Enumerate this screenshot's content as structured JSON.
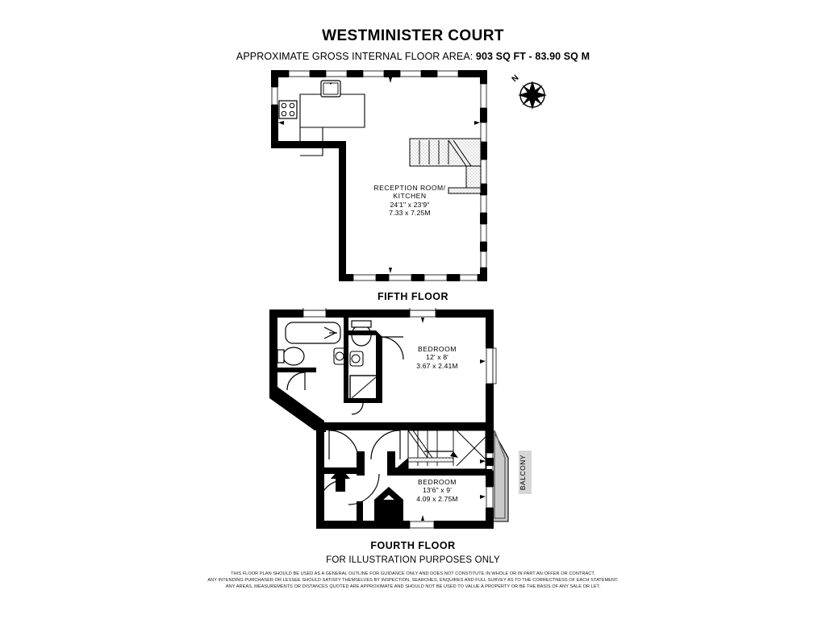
{
  "header": {
    "title": "WESTMINISTER COURT",
    "area_prefix": "APPROXIMATE GROSS INTERNAL FLOOR AREA:",
    "area_sqft": "903 SQ FT",
    "area_dash": "-",
    "area_sqm": "83.90 SQ M"
  },
  "compass": {
    "north_label": "N",
    "icon": "compass-rose-icon"
  },
  "floors": [
    {
      "id": "fifth",
      "label": "FIFTH FLOOR",
      "rooms": [
        {
          "name": "RECEPTION ROOM/",
          "name2": "KITCHEN",
          "dim_imperial": "24'1\" x 23'9\"",
          "dim_metric": "7.33 x 7.25M"
        }
      ],
      "fixtures": [
        "sink-icon",
        "hob-icon",
        "staircase-icon",
        "window-icon",
        "door-icon"
      ]
    },
    {
      "id": "fourth",
      "label": "FOURTH FLOOR",
      "rooms": [
        {
          "name": "BEDROOM",
          "name2": "",
          "dim_imperial": "12' x 8'",
          "dim_metric": "3.67 x 2.41M"
        },
        {
          "name": "BEDROOM",
          "name2": "",
          "dim_imperial": "13'6\" x 9'",
          "dim_metric": "4.09 x 2.75M"
        }
      ],
      "balcony_label": "BALCONY",
      "fixtures": [
        "bathtub-icon",
        "toilet-icon",
        "washbasin-icon",
        "shower-icon",
        "staircase-icon",
        "entrance-arrow-icon",
        "door-icon",
        "window-icon"
      ]
    }
  ],
  "footer": {
    "illustration_note": "FOR ILLUSTRATION PURPOSES ONLY",
    "disclaimer_lines": [
      "THIS FLOOR PLAN SHOULD BE USED AS A GENERAL OUTLINE FOR GUIDANCE ONLY AND DOES NOT CONSTITUTE IN WHOLE OR IN PART AN OFFER OR CONTRACT.",
      "ANY INTENDING PURCHASER OR LESSEE SHOULD SATISFY THEMSELVES BY INSPECTION, SEARCHES, ENQUIRES AND FULL SURVEY AS TO THE CORRECTNESS OF EACH STATEMENT.",
      "ANY AREAS, MEASUREMENTS OR DISTANCES QUOTED ARE APPROXIMATE AND SHOULD NOT BE USED TO VALUE A PROPERTY OR BE THE BASIS OF ANY SALE OR LET."
    ]
  },
  "colors": {
    "wall": "#000000",
    "balcony_fill": "#c9c9c9",
    "background": "#ffffff",
    "hatch": "#b0b0b0"
  }
}
